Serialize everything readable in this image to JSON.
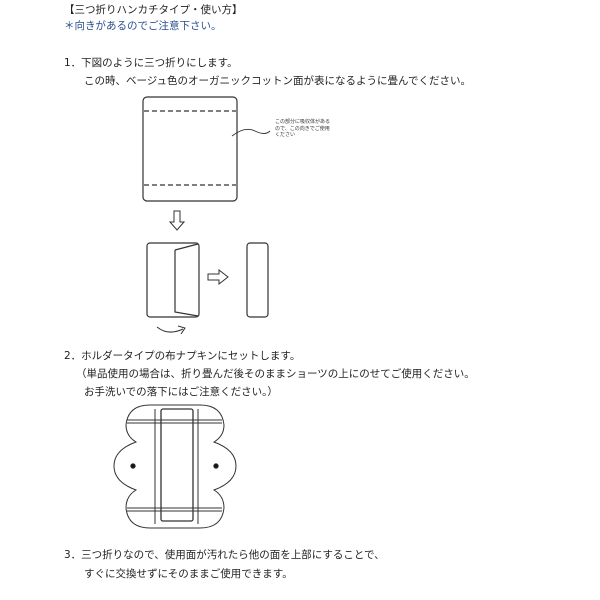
{
  "title": "【三つ折りハンカチタイプ・使い方】",
  "caution": "＊向きがあるのでご注意下さい。",
  "steps": [
    {
      "line1": "1．下図のように三つ折りにします。",
      "line2": "この時、ベージュ色のオーガニックコットン面が表になるように畳んでください。"
    },
    {
      "line1": "2．ホルダータイプの布ナプキンにセットします。",
      "line2": "（単品使用の場合は、折り畳んだ後そのままショーツの上にのせてご使用ください。",
      "line3": "お手洗いでの落下にはご注意ください。）"
    },
    {
      "line1": "3．三つ折りなので、使用面が汚れたら他の面を上部にすることで、",
      "line2": "すぐに交換せずにそのままご使用できます。"
    }
  ],
  "diagram_note": "この部分に吸収体があるので、この向きでご使用ください",
  "colors": {
    "caution": "#2a4f8f"
  }
}
